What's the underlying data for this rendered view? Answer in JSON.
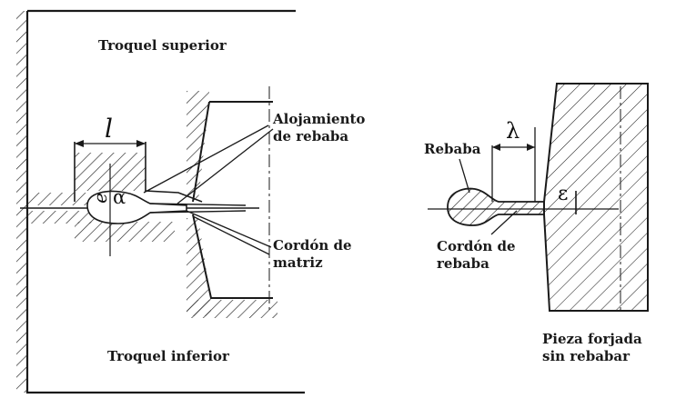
{
  "labels": {
    "upper_die": "Troquel superior",
    "lower_die": "Troquel inferior",
    "flash_gutter": [
      "Alojamiento",
      "de rebaba"
    ],
    "die_land": [
      "Cordón de",
      "matriz"
    ],
    "flash": "Rebaba",
    "flash_land": [
      "Cordón de",
      "rebaba"
    ],
    "forged_part": [
      "Pieza forjada",
      "sin rebabar"
    ]
  },
  "symbols": {
    "length": "l",
    "thickness": "e",
    "angle": "α",
    "lambda": "λ",
    "epsilon": "ε"
  },
  "colors": {
    "ink": "#1a1a1a",
    "background": "#ffffff"
  }
}
